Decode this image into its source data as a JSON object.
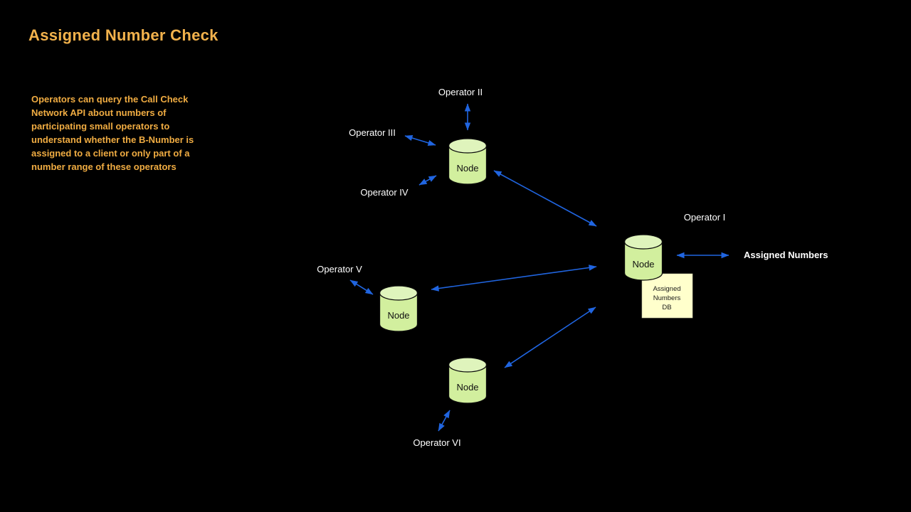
{
  "title": "Assigned Number Check",
  "description": {
    "lines": [
      "Operators can query the Call Check",
      "Network API about numbers of",
      "participating small operators to",
      "understand whether the B-Number is",
      "assigned to a client or only part of a",
      "number range of these operators"
    ]
  },
  "diagram": {
    "nodes": [
      {
        "id": "node-top",
        "label": "Node"
      },
      {
        "id": "node-operator1",
        "label": "Node"
      },
      {
        "id": "node-operator5",
        "label": "Node"
      },
      {
        "id": "node-operator6",
        "label": "Node"
      }
    ],
    "labels": {
      "operator1": "Operator I",
      "operator2": "Operator II",
      "operator3": "Operator III",
      "operator4": "Operator IV",
      "operator5": "Operator V",
      "operator6": "Operator VI",
      "assigned_numbers": "Assigned Numbers"
    },
    "db_box": {
      "lines": [
        "Assigned",
        "Numbers",
        "DB"
      ]
    }
  },
  "colors": {
    "background": "#000000",
    "title_text": "#F2B24C",
    "description_text": "#F0AC42",
    "label_text": "#FFFFFF",
    "arrow": "#2065E0",
    "node_body": "#D2EF9E",
    "node_top": "#DFF4BC",
    "db_box_fill": "#FFFFCC"
  }
}
